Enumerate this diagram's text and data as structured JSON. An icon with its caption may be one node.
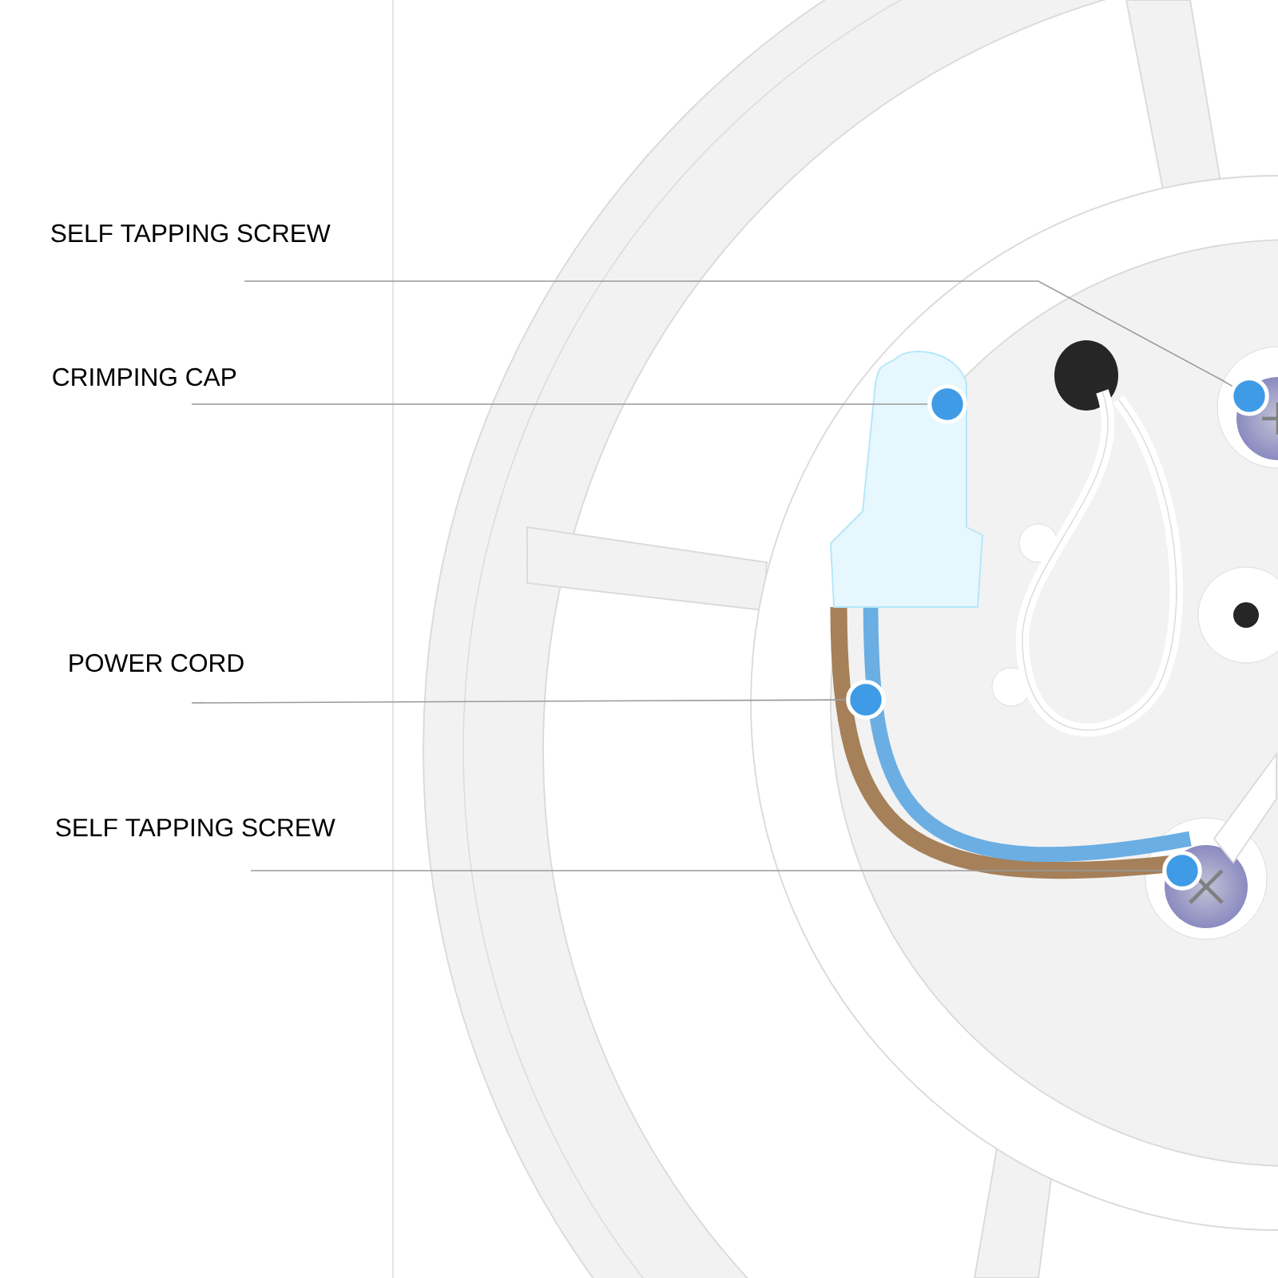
{
  "diagram": {
    "nodes": [
      {
        "text": [
          "SELF TAPPING SCREW"
        ]
      },
      {
        "text": [
          "CRIMPING CAP"
        ]
      },
      {
        "text": [
          "POWER CORD"
        ]
      },
      {
        "text": [
          "SELF TAPPING SCREW"
        ]
      },
      {
        "text": [],
        "shape": "circle"
      },
      {
        "text": [],
        "shape": "circle"
      },
      {
        "text": [],
        "shape": "circle"
      },
      {
        "text": [],
        "shape": "circle"
      }
    ],
    "edges": [
      {
        "from": 0,
        "to": 4,
        "arrow": "none"
      },
      {
        "from": 1,
        "to": 5,
        "arrow": "none"
      },
      {
        "from": 2,
        "to": 6,
        "arrow": "none"
      },
      {
        "from": 3,
        "to": 7,
        "arrow": "none"
      }
    ]
  }
}
